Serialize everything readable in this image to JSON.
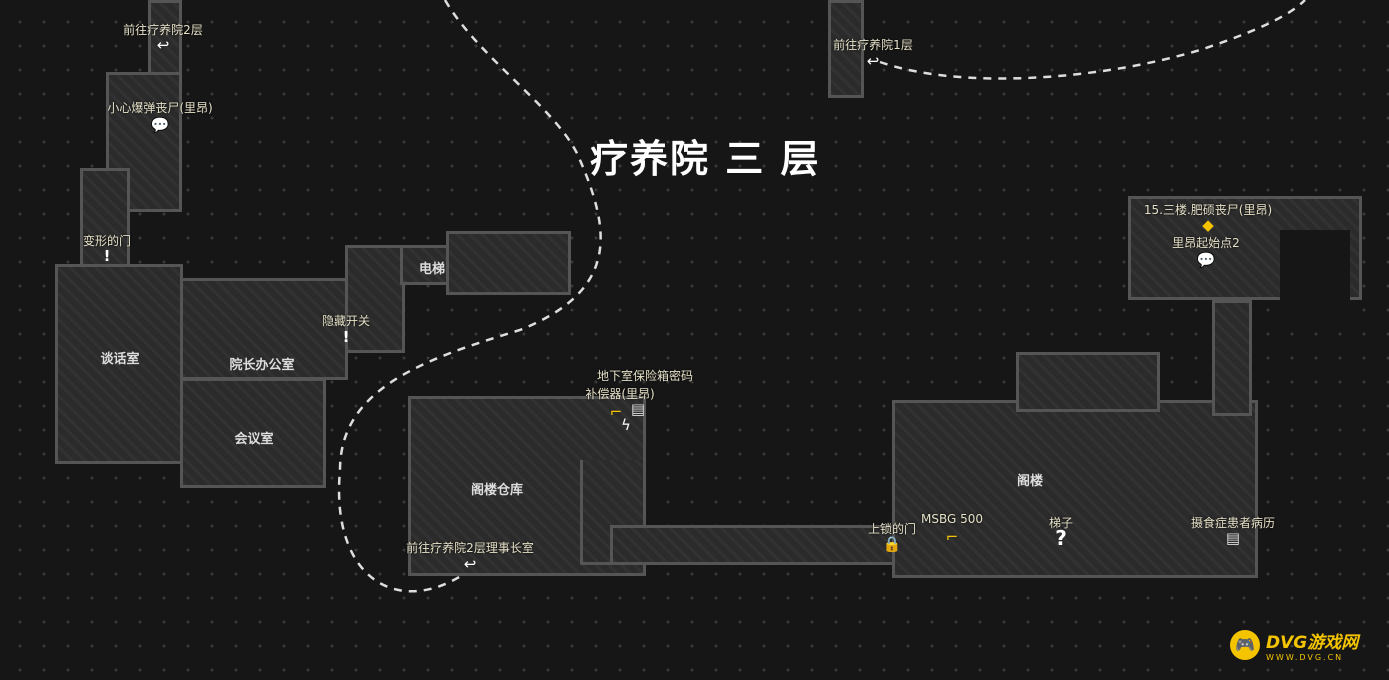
{
  "map_title": "疗养院 三 层",
  "rooms": [
    "谈话室",
    "院长办公室",
    "会议室",
    "电梯",
    "阁楼仓库",
    "阁楼"
  ],
  "markers": {
    "to_floor2": "前往疗养院2层",
    "bomber": "小心爆弹丧尸(里昂)",
    "deformed_door": "变形的门",
    "hidden_switch": "隐藏开关",
    "to_floor1": "前往疗养院1层",
    "compensator": "补偿器(里昂)",
    "safe_code": "地下室保险箱密码",
    "fat_zombie": "15.三楼.肥硕丧尸(里昂)",
    "leon_start": "里昂起始点2",
    "locked_door": "上锁的门",
    "msbg": "MSBG 500",
    "ladder": "梯子",
    "patient_record": "摄食症患者病历",
    "to_floor2_chairman": "前往疗养院2层理事长室"
  },
  "logo": {
    "name": "DVG游戏网",
    "url": "WWW.DVG.CN"
  },
  "colors": {
    "accent": "#f5c400",
    "background": "#161616"
  }
}
